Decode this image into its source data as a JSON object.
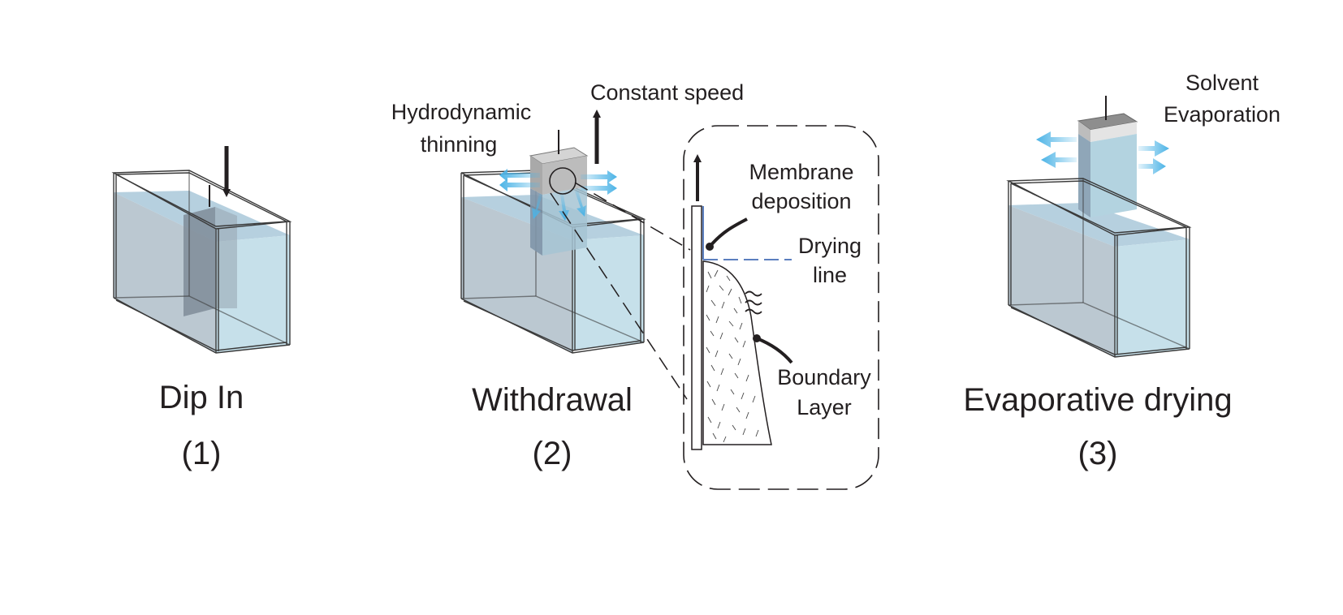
{
  "stages": [
    {
      "title": "Dip In",
      "number": "(1)"
    },
    {
      "title": "Withdrawal",
      "number": "(2)",
      "annotations": {
        "hydrodynamic_line1": "Hydrodynamic",
        "hydrodynamic_line2": "thinning",
        "speed": "Constant speed"
      },
      "detail": {
        "membrane_line1": "Membrane",
        "membrane_line2": "deposition",
        "drying_line1": "Drying",
        "drying_line2": "line",
        "boundary_line1": "Boundary",
        "boundary_line2": "Layer"
      }
    },
    {
      "title": "Evaporative drying",
      "number": "(3)",
      "annotations": {
        "solvent_line1": "Solvent",
        "solvent_line2": "Evaporation"
      }
    }
  ],
  "colors": {
    "liquid_front": "#c6e0ea",
    "liquid_side": "#b4c2cc",
    "liquid_top": "#a9c8d9",
    "substrate": "#7f8c99",
    "arrow": "#231f20",
    "flow_arrow": "#4bb3e6",
    "drying_line": "#5b7fbf"
  }
}
